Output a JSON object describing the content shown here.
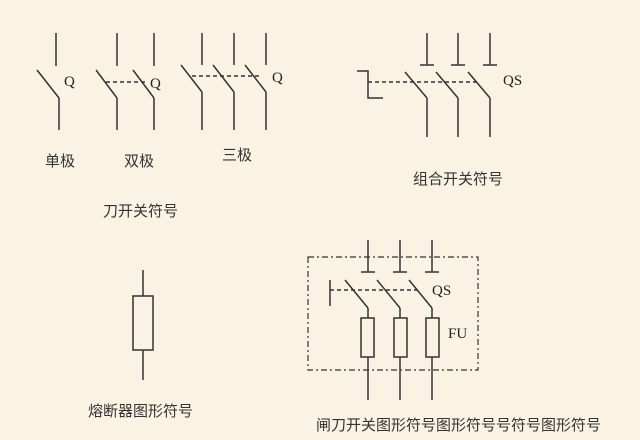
{
  "knife_switch": {
    "single_label": "单极",
    "double_label": "双极",
    "triple_label": "三极",
    "caption": "刀开关符号",
    "designator": "Q"
  },
  "combo_switch": {
    "caption": "组合开关符号",
    "designator": "QS"
  },
  "fuse": {
    "caption": "熔断器图形符号"
  },
  "fuse_switch": {
    "caption": "闸刀开关图形符号图形符号号符号图形符号",
    "switch_designator": "QS",
    "fuse_designator": "FU"
  }
}
